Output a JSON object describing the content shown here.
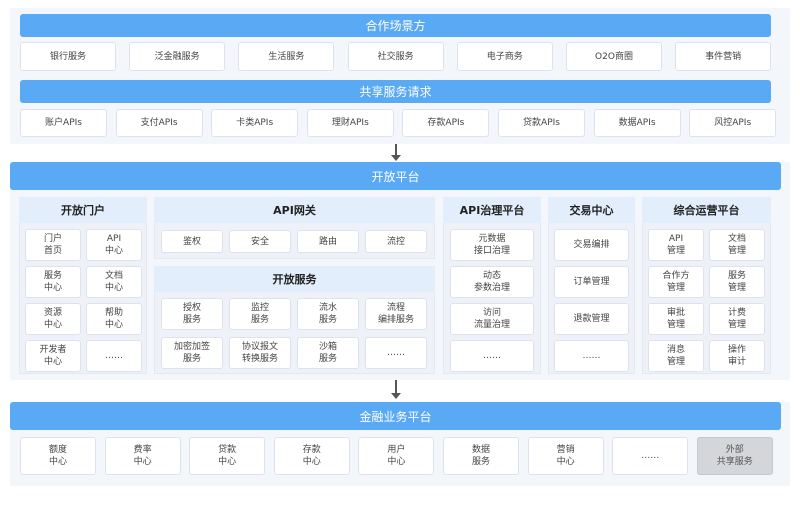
{
  "top": {
    "scene_title": "合作场景方",
    "scenes": [
      "银行服务",
      "泛金融服务",
      "生活服务",
      "社交服务",
      "电子商务",
      "O2O商圈",
      "事件营销"
    ],
    "shared_title": "共享服务请求",
    "apis": [
      "账户APIs",
      "支付APIs",
      "卡类APIs",
      "理财APIs",
      "存款APIs",
      "贷款APIs",
      "数据APIs",
      "风控APIs"
    ]
  },
  "platform": {
    "title": "开放平台",
    "portal": {
      "title": "开放门户",
      "items": [
        "门户\n首页",
        "API\n中心",
        "服务\n中心",
        "文档\n中心",
        "资源\n中心",
        "帮助\n中心",
        "开发者\n中心",
        "……"
      ]
    },
    "gateway": {
      "title": "API网关",
      "items": [
        "鉴权",
        "安全",
        "路由",
        "流控"
      ]
    },
    "open_services": {
      "title": "开放服务",
      "items": [
        "授权\n服务",
        "监控\n服务",
        "流水\n服务",
        "流程\n编排服务",
        "加密加签\n服务",
        "协议报文\n转换服务",
        "沙箱\n服务",
        "……"
      ]
    },
    "governance": {
      "title": "API治理平台",
      "items": [
        "元数据\n接口治理",
        "动态\n参数治理",
        "访问\n流量治理",
        "……"
      ]
    },
    "trade": {
      "title": "交易中心",
      "items": [
        "交易编排",
        "订单管理",
        "退款管理",
        "……"
      ]
    },
    "ops": {
      "title": "综合运营平台",
      "items": [
        "API\n管理",
        "文档\n管理",
        "合作方\n管理",
        "服务\n管理",
        "审批\n管理",
        "计费\n管理",
        "消息\n管理",
        "操作\n审计"
      ]
    }
  },
  "finance": {
    "title": "金融业务平台",
    "items": [
      "额度\n中心",
      "费率\n中心",
      "贷款\n中心",
      "存款\n中心",
      "用户\n中心",
      "数据\n服务",
      "营销\n中心",
      "……",
      "外部\n共享服务"
    ]
  }
}
